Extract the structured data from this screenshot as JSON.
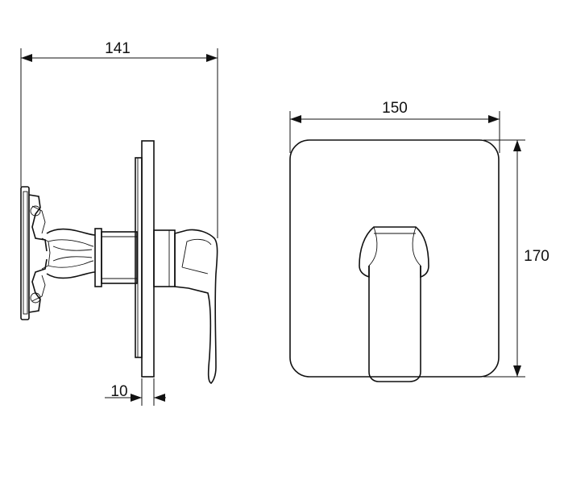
{
  "dimensions": {
    "side_depth": "141",
    "plate_thickness": "10",
    "front_width": "150",
    "front_height": "170"
  }
}
